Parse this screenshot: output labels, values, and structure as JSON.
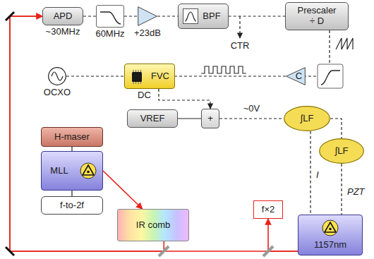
{
  "diagram": {
    "nodes": [
      {
        "text": [
          "APD",
          "~30MHz"
        ]
      },
      {
        "text": [
          "60MHz"
        ]
      },
      {
        "text": [
          "+23dB"
        ]
      },
      {
        "text": [
          "BPF"
        ]
      },
      {
        "text": [
          "Prescaler ÷ D"
        ]
      },
      {
        "text": [
          "OCXO"
        ]
      },
      {
        "text": [
          "FVC"
        ]
      },
      {
        "text": [
          "C"
        ]
      },
      {
        "text": [
          "VREF"
        ]
      },
      {
        "text": [
          "+"
        ]
      },
      {
        "text": [
          "∫LF"
        ]
      },
      {
        "text": [
          "∫LF"
        ]
      },
      {
        "text": [
          "H-maser"
        ]
      },
      {
        "text": [
          "MLL"
        ]
      },
      {
        "text": [
          "f-to-2f"
        ]
      },
      {
        "text": [
          "IR comb"
        ]
      },
      {
        "text": [
          "f×2"
        ]
      },
      {
        "text": [
          "1157nm"
        ]
      }
    ],
    "edges": [
      {
        "from": 0,
        "to": 1,
        "arrow": "none"
      },
      {
        "from": 1,
        "to": 2,
        "arrow": "none"
      },
      {
        "from": 2,
        "to": 3,
        "arrow": "none"
      },
      {
        "from": 3,
        "to": 4,
        "arrow": "none"
      },
      {
        "from": 4,
        "to": 7,
        "arrow": "none"
      },
      {
        "from": 5,
        "to": 6,
        "arrow": "none"
      },
      {
        "from": 7,
        "to": 6,
        "arrow": "none"
      },
      {
        "from": 6,
        "to": 9,
        "arrow": "to"
      },
      {
        "from": 8,
        "to": 9,
        "arrow": "none"
      },
      {
        "from": 9,
        "to": 10,
        "label": "~0V",
        "arrow": "none"
      },
      {
        "from": 10,
        "to": 11,
        "arrow": "none"
      },
      {
        "from": 10,
        "to": 17,
        "label": "I",
        "arrow": "none"
      },
      {
        "from": 11,
        "to": 17,
        "label": "PZT",
        "arrow": "none"
      },
      {
        "from": 12,
        "to": 13,
        "arrow": "none"
      },
      {
        "from": 13,
        "to": 14,
        "arrow": "none"
      },
      {
        "from": 13,
        "to": 15,
        "arrow": "to"
      },
      {
        "from": 15,
        "to": 0,
        "arrow": "to"
      },
      {
        "from": 17,
        "to": 0,
        "arrow": "to"
      },
      {
        "from": 17,
        "to": 16,
        "arrow": "to"
      }
    ],
    "labels": [
      "CTR",
      "DC"
    ]
  }
}
